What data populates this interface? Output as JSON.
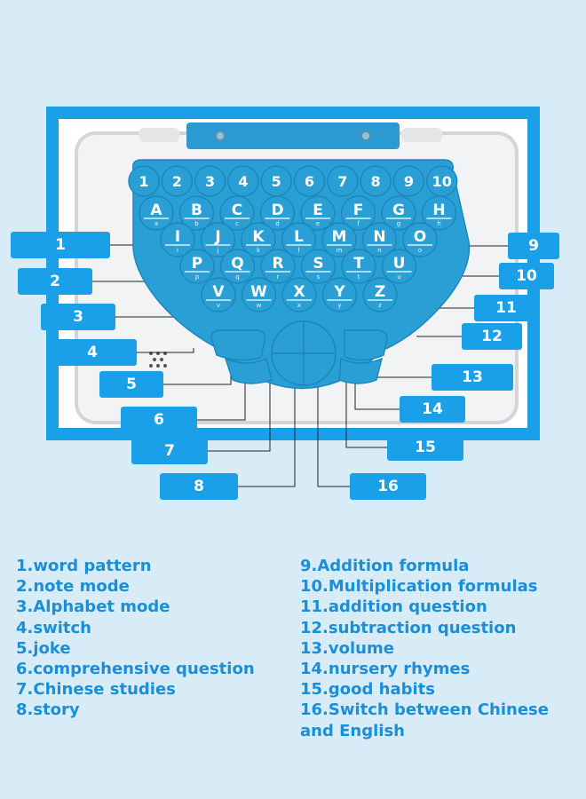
{
  "number_row": [
    "1",
    "2",
    "3",
    "4",
    "5",
    "6",
    "7",
    "8",
    "9",
    "10"
  ],
  "letter_rows": [
    [
      [
        "A",
        "a"
      ],
      [
        "B",
        "b"
      ],
      [
        "C",
        "c"
      ],
      [
        "D",
        "d"
      ],
      [
        "E",
        "e"
      ],
      [
        "F",
        "f"
      ],
      [
        "G",
        "g"
      ],
      [
        "H",
        "h"
      ]
    ],
    [
      [
        "I",
        "i"
      ],
      [
        "J",
        "j"
      ],
      [
        "K",
        "k"
      ],
      [
        "L",
        "l"
      ],
      [
        "M",
        "m"
      ],
      [
        "N",
        "n"
      ],
      [
        "O",
        "o"
      ]
    ],
    [
      [
        "P",
        "p"
      ],
      [
        "Q",
        "q"
      ],
      [
        "R",
        "r"
      ],
      [
        "S",
        "s"
      ],
      [
        "T",
        "t"
      ],
      [
        "U",
        "u"
      ]
    ],
    [
      [
        "V",
        "v"
      ],
      [
        "W",
        "w"
      ],
      [
        "X",
        "x"
      ],
      [
        "Y",
        "y"
      ],
      [
        "Z",
        "z"
      ]
    ]
  ],
  "callouts": [
    "1",
    "2",
    "3",
    "4",
    "5",
    "6",
    "7",
    "8",
    "9",
    "10",
    "11",
    "12",
    "13",
    "14",
    "15",
    "16"
  ],
  "legend_left": [
    "1.word pattern",
    "2.note mode",
    "3.Alphabet mode",
    "4.switch",
    "5.joke",
    "6.comprehensive question",
    "7.Chinese studies",
    "8.story"
  ],
  "legend_right": [
    "9.Addition formula",
    "10.Multiplication formulas",
    "11.addition question",
    "12.subtraction question",
    "13.volume",
    "14.nursery rhymes",
    "15.good habits",
    "16.Switch between Chinese and English"
  ],
  "colors": {
    "accent": "#1aa0e8",
    "key": "#2a9fd6",
    "background": "#d8ecf8",
    "legend_text": "#1a8ed6"
  }
}
